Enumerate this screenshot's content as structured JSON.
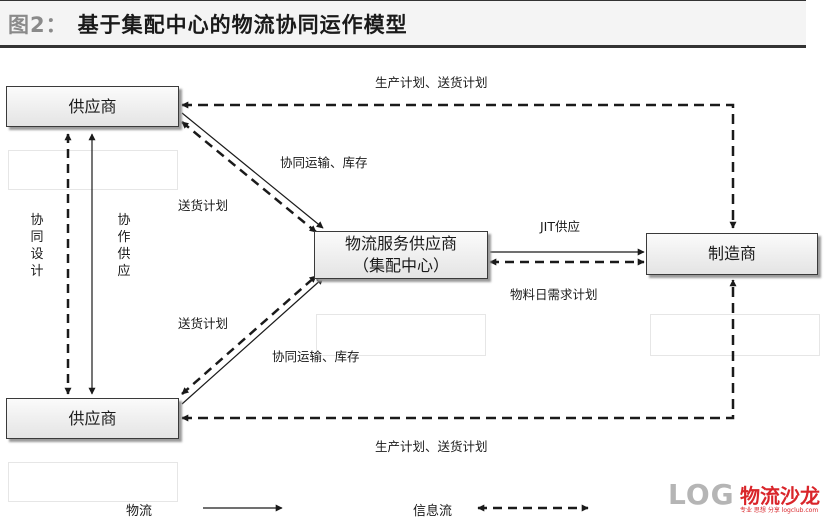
{
  "figure": {
    "number": "图2：",
    "title": "基于集配中心的物流协同运作模型"
  },
  "nodes": {
    "supplier_top": "供应商",
    "supplier_bottom": "供应商",
    "hub_line1": "物流服务供应商",
    "hub_line2": "（集配中心）",
    "manufacturer": "制造商"
  },
  "edge_labels": {
    "top_plan": "生产计划、送货计划",
    "bottom_plan": "生产计划、送货计划",
    "upper_coop": "协同运输、库存",
    "upper_delivery": "送货计划",
    "lower_delivery": "送货计划",
    "lower_coop": "协同运输、库存",
    "jit": "JIT供应",
    "material_plan": "物料日需求计划",
    "coop_design": "协同设计",
    "coop_supply": "协作供应"
  },
  "legend": {
    "material_flow": "物流",
    "info_flow": "信息流"
  },
  "logo": {
    "letters": "LOG",
    "brand": "物流沙龙",
    "tagline": "专业 思想 分享 logclub.com"
  },
  "colors": {
    "line": "#1a1a1a",
    "logo_red": "#d9252a"
  }
}
